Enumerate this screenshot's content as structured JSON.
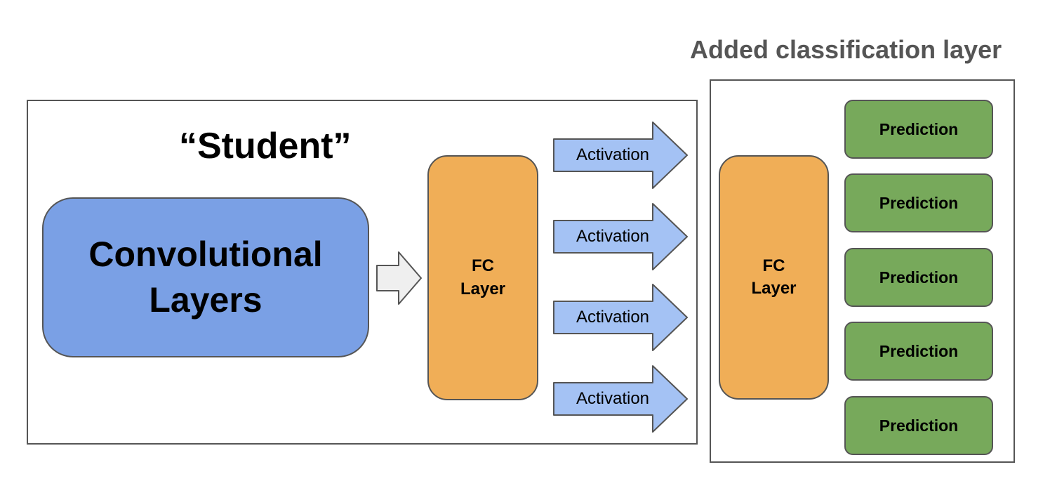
{
  "student": {
    "title": "“Student”",
    "conv_label": "Convolutional\nLayers",
    "fc_label": "FC\nLayer",
    "activations": [
      "Activation",
      "Activation",
      "Activation",
      "Activation"
    ]
  },
  "added_layer": {
    "title": "Added classification layer",
    "fc_label": "FC\nLayer",
    "predictions": [
      "Prediction",
      "Prediction",
      "Prediction",
      "Prediction",
      "Prediction"
    ]
  },
  "colors": {
    "conv": "#7aa0e5",
    "fc": "#f0ae57",
    "activation_arrow": "#a4c2f4",
    "prediction": "#77a95b",
    "connector_arrow": "#efefef",
    "border": "#555555"
  }
}
